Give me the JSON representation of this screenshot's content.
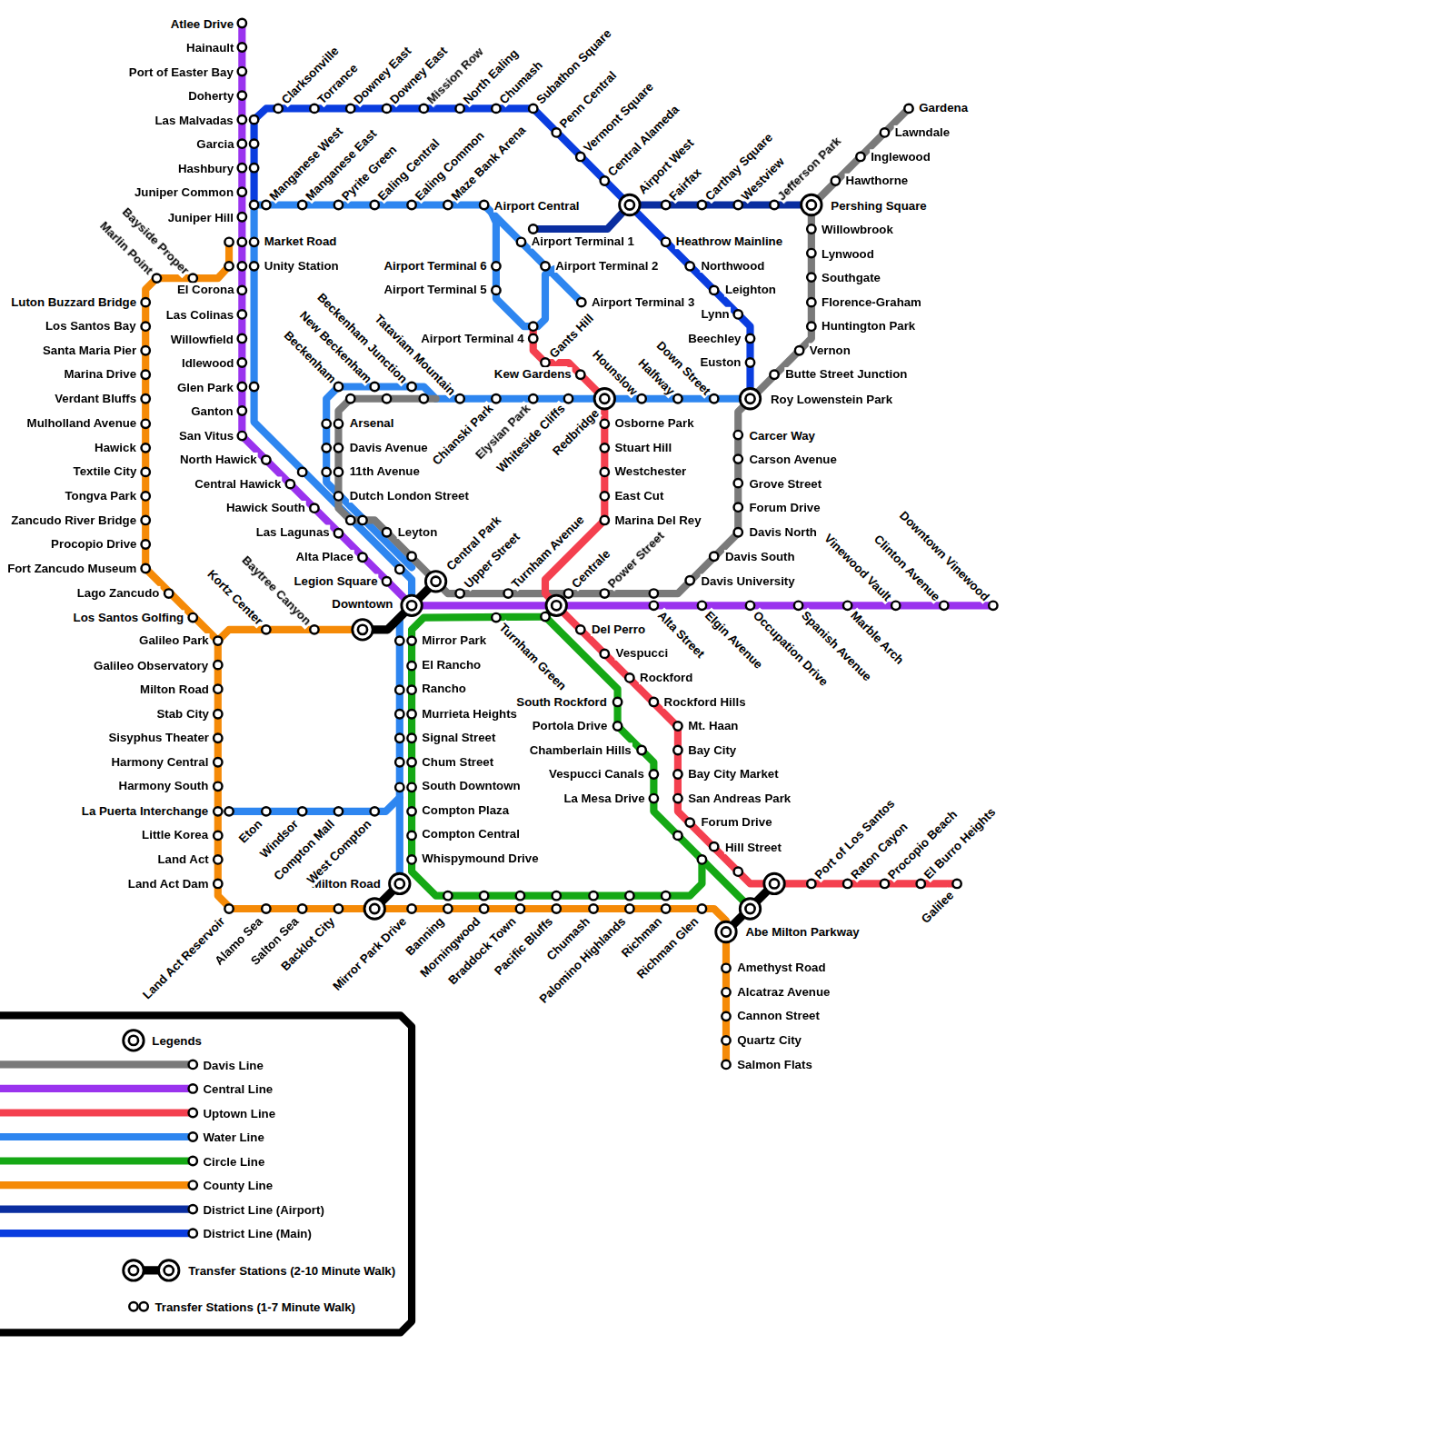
{
  "diagram": {
    "labels": [
      "Atlee Drive",
      "Hainault",
      "Port of Easter Bay",
      "Doherty",
      "Las Malvadas",
      "Garcia",
      "Hashbury",
      "Juniper Common",
      "Juniper Hill",
      "Market Road",
      "Unity Station",
      "El Corona",
      "Las Colinas",
      "Willowfield",
      "Idlewood",
      "Glen Park",
      "Ganton",
      "San Vitus",
      "North Hawick",
      "Central Hawick",
      "Hawick South",
      "Las Lagunas",
      "Alta Place",
      "Legion Square",
      "Downtown",
      "Clarksonville",
      "Torrance",
      "Downey East",
      "Downey East",
      "Mission Row",
      "North Ealing",
      "Chumash",
      "Subathon Square",
      "Penn Central",
      "Vermont Square",
      "Central Alameda",
      "Airport West",
      "Fairfax",
      "Carthay Square",
      "Westview",
      "Jefferson Park",
      "Pershing Square",
      "Gardena",
      "Lawndale",
      "Inglewood",
      "Hawthorne",
      "Willowbrook",
      "Lynwood",
      "Southgate",
      "Florence-Graham",
      "Huntington Park",
      "Vernon",
      "Butte Street Junction",
      "Roy Lowenstein Park",
      "Heathrow Mainline",
      "Northwood",
      "Leighton",
      "Lynn",
      "Beechley",
      "Euston",
      "Carcer Way",
      "Carson Avenue",
      "Grove Street",
      "Forum Drive",
      "Davis North",
      "Davis South",
      "Davis University",
      "Manganese West",
      "Manganese East",
      "Pyrite Green",
      "Ealing Central",
      "Ealing Common",
      "Maze Bank Arena",
      "Airport Central",
      "Airport Terminal 1",
      "Airport Terminal 2",
      "Airport Terminal 3",
      "Airport Terminal 6",
      "Airport Terminal 5",
      "Airport Terminal 4",
      "Gants Hill",
      "Kew Gardens",
      "Marlin Point",
      "Bayside Proper",
      "Beckenham",
      "New Beckenham",
      "Beckenham Junction",
      "Tataviam Mountain",
      "Chianski Park",
      "Elysian Park",
      "Whiteside Cliffs",
      "Redbridge",
      "Hounslow",
      "Halfway",
      "Down Street",
      "Arsenal",
      "Davis Avenue",
      "11th Avenue",
      "Dutch London Street",
      "Leyton",
      "Central Park",
      "Upper Street",
      "Turnham Avenue",
      "Centrale",
      "Power Street",
      "Turnham Green",
      "Alta Street",
      "Elgin Avenue",
      "Occupation Drive",
      "Spanish Avenue",
      "Marble Arch",
      "Vinewood Vault",
      "Clinton Avenue",
      "Downtown Vinewood",
      "Osborne Park",
      "Stuart Hill",
      "Westchester",
      "East Cut",
      "Marina Del Rey",
      "Del Perro",
      "Vespucci",
      "Rockford",
      "Rockford Hills",
      "Mt. Haan",
      "Bay City",
      "Bay City Market",
      "San Andreas Park",
      "Forum Drive",
      "Hill Street",
      "South Rockford",
      "Portola Drive",
      "Chamberlain Hills",
      "Vespucci Canals",
      "La Mesa Drive",
      "Port of Los Santos",
      "Raton Cayon",
      "Procopio Beach",
      "El Burro Heights",
      "Galilee",
      "Abe Milton Parkway",
      "Amethyst Road",
      "Alcatraz Avenue",
      "Cannon Street",
      "Quartz City",
      "Salmon Flats",
      "Mirror Park",
      "El Rancho",
      "Rancho",
      "Murrieta Heights",
      "Signal Street",
      "Chum Street",
      "South Downtown",
      "Compton Plaza",
      "Compton Central",
      "Whispymound Drive",
      "Milton Road",
      "Land Act Reservoir",
      "Alamo Sea",
      "Salton Sea",
      "Backlot City",
      "Mirror Park Drive",
      "Banning",
      "Morningwood",
      "Braddock Town",
      "Pacific Bluffs",
      "Chumash",
      "Palomino Highlands",
      "Richman",
      "Richman Glen",
      "Eton",
      "Windsor",
      "Compton Mall",
      "West Compton",
      "La Puerta Interchange",
      "Luton Buzzard Bridge",
      "Los Santos Bay",
      "Santa Maria Pier",
      "Marina Drive",
      "Verdant Bluffs",
      "Mulholland Avenue",
      "Hawick",
      "Textile City",
      "Tongva Park",
      "Zancudo River Bridge",
      "Procopio Drive",
      "Fort Zancudo Museum",
      "Lago Zancudo",
      "Los Santos Golfing",
      "Galileo Park",
      "Galileo Observatory",
      "Milton Road",
      "Stab City",
      "Sisyphus Theater",
      "Harmony Central",
      "Harmony South",
      "Little Korea",
      "Land Act",
      "Land Act Dam",
      "Kortz Center",
      "Baytree Canyon"
    ],
    "legend": [
      {
        "text": "Legends"
      },
      {
        "text": "Davis Line",
        "color": "#7a7a7a"
      },
      {
        "text": "Central Line",
        "color": "#9a33ee"
      },
      {
        "text": "Uptown Line",
        "color": "#f4404f"
      },
      {
        "text": "Water Line",
        "color": "#2e86f0"
      },
      {
        "text": "Circle Line",
        "color": "#15a815"
      },
      {
        "text": "County Line",
        "color": "#f58a07"
      },
      {
        "text": "District Line (Airport)",
        "color": "#0a2ea0"
      },
      {
        "text": "District Line (Main)",
        "color": "#0a3ddf"
      },
      {
        "text": "Transfer Stations (2-10 Minute Walk)"
      },
      {
        "text": "Transfer Stations (1-7 Minute Walk)"
      }
    ]
  }
}
